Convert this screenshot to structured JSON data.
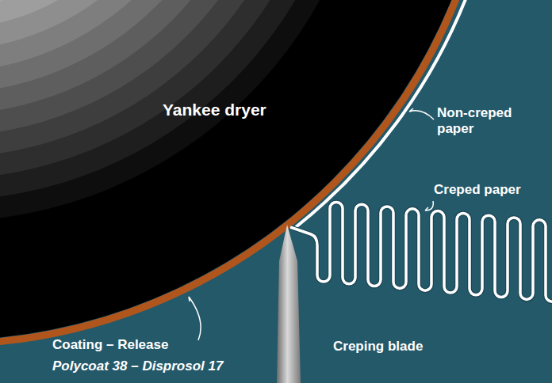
{
  "diagram": {
    "labels": [
      "Yankee dryer",
      "Non-creped paper",
      "Creped paper",
      "Coating – Release",
      "Polycoat 38 – Disprosol 17",
      "Creping blade"
    ]
  }
}
